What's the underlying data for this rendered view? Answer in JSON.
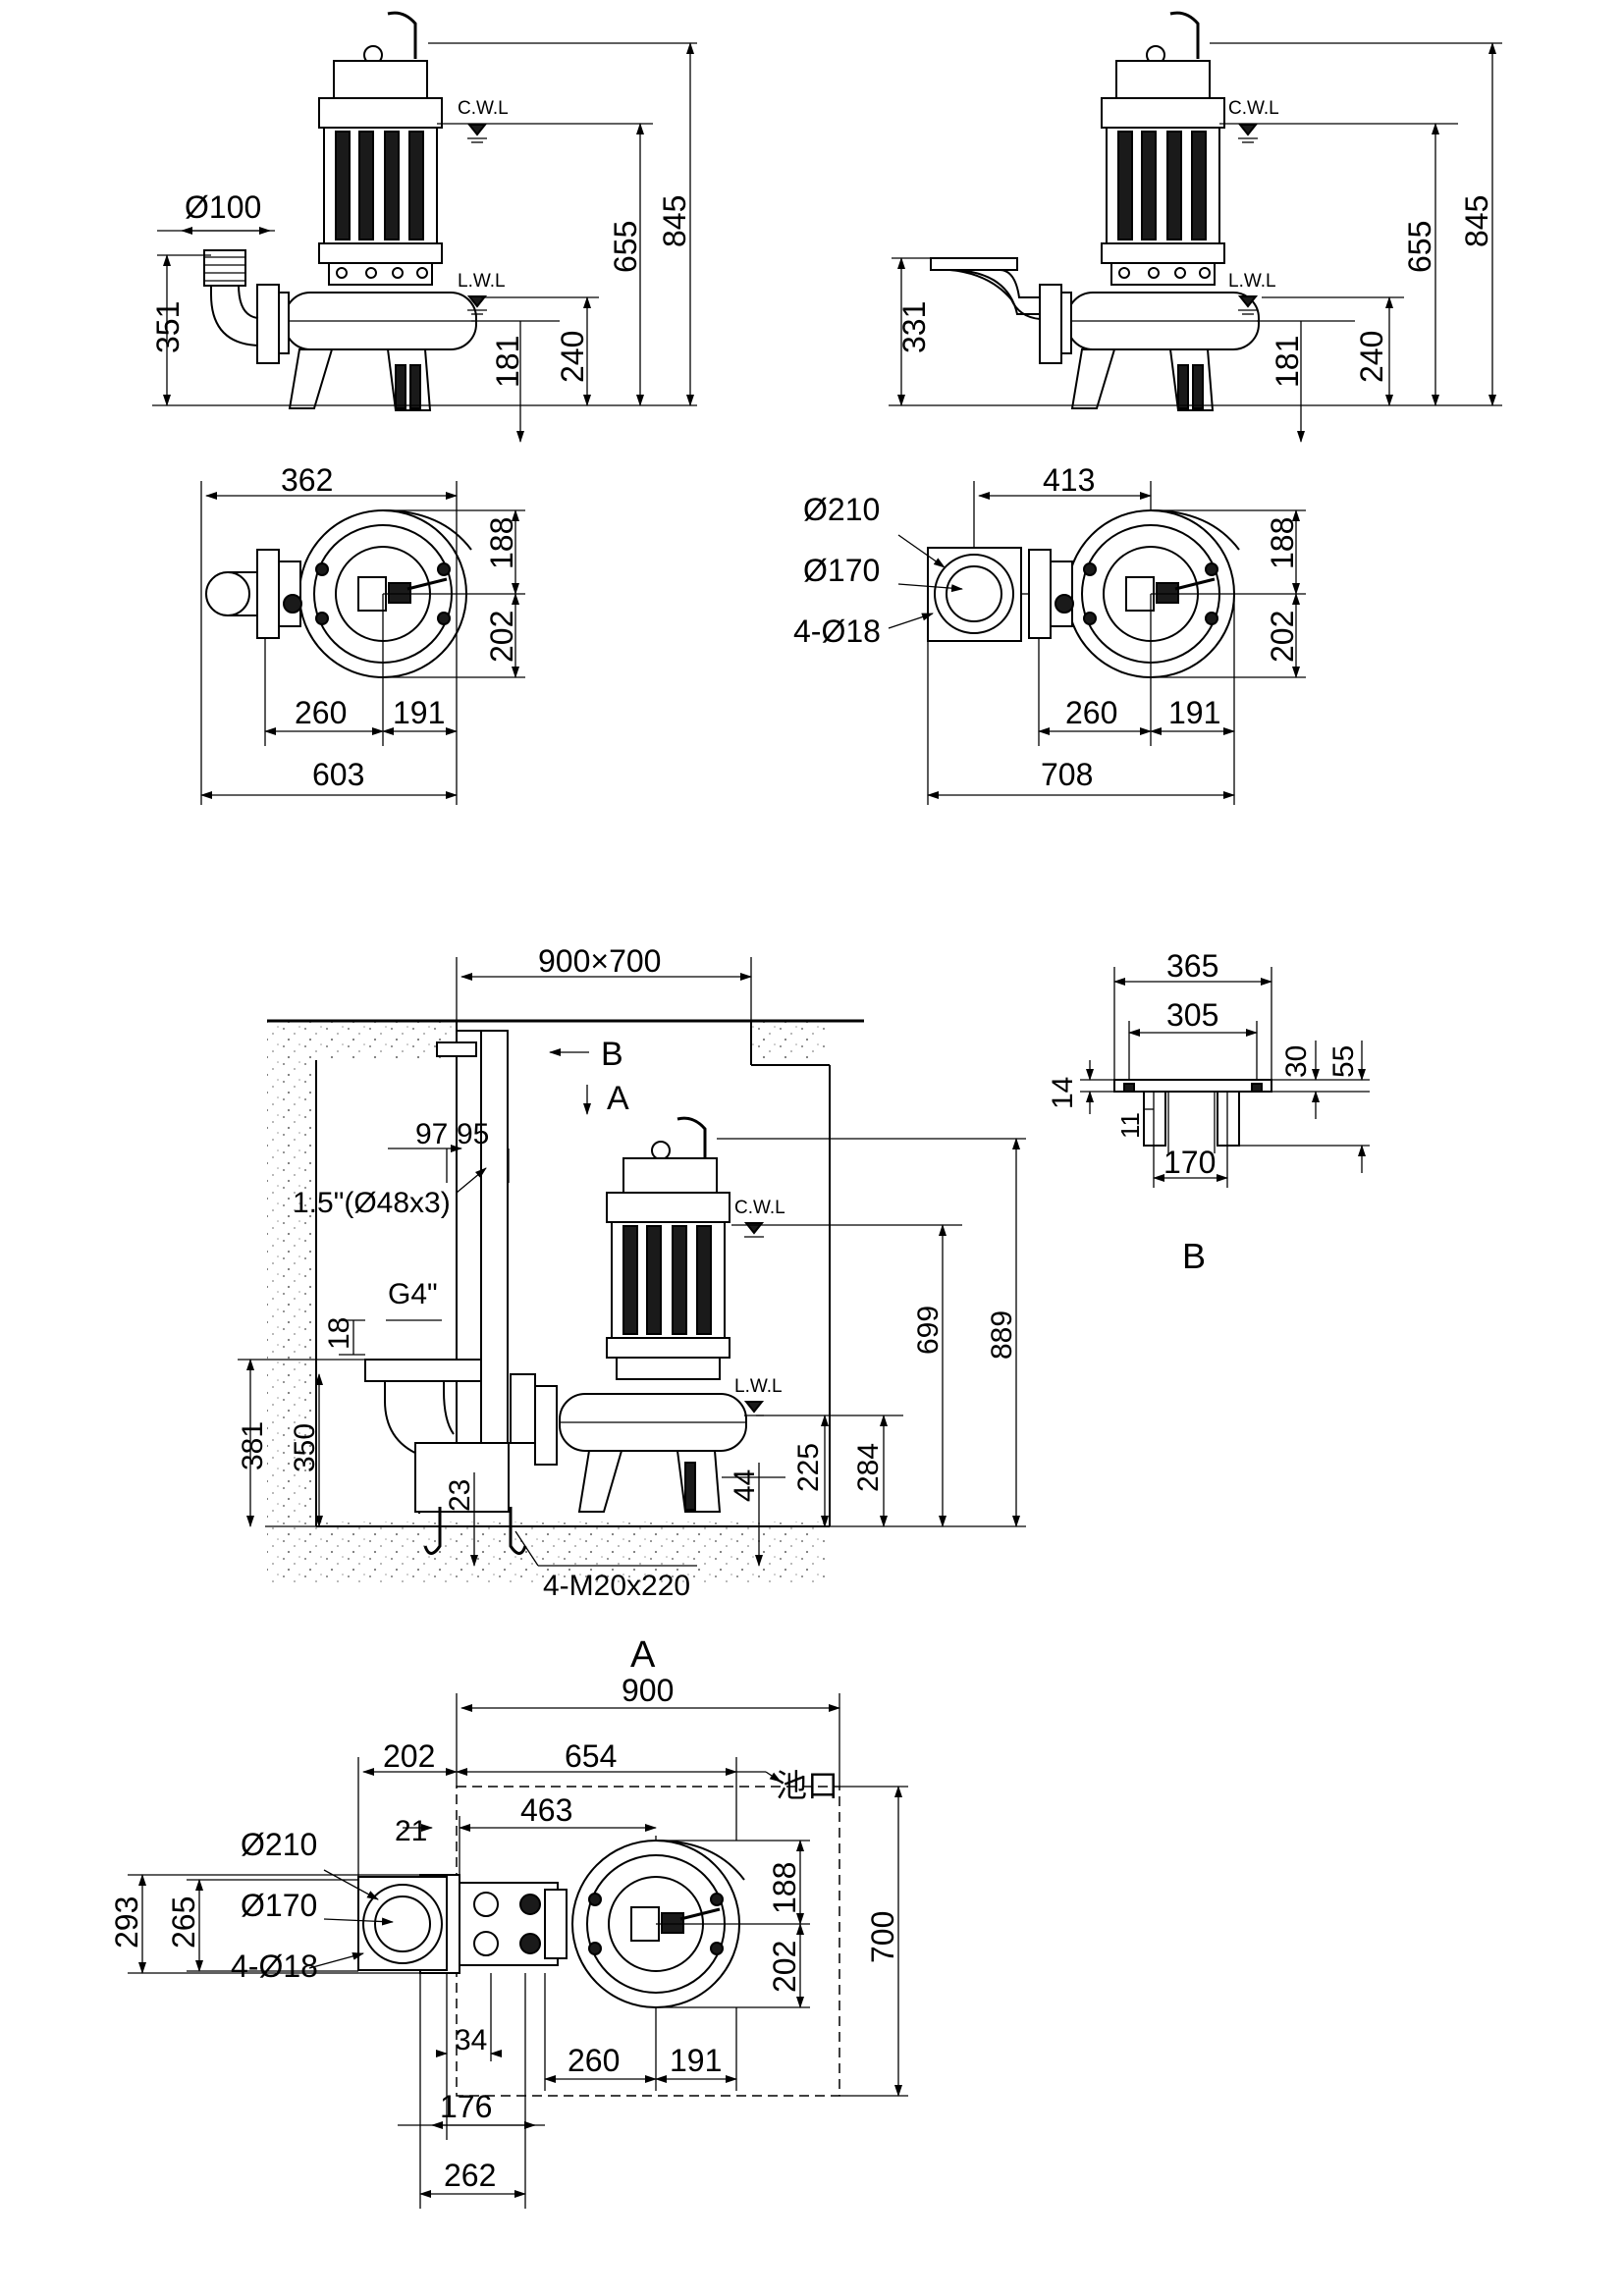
{
  "view_top_left": {
    "outlet_diameter": "Ø100",
    "cwl": "C.W.L",
    "lwl": "L.W.L",
    "dim_351": "351",
    "dim_655": "655",
    "dim_845": "845",
    "dim_181": "181",
    "dim_240": "240"
  },
  "view_top_right": {
    "cwl": "C.W.L",
    "lwl": "L.W.L",
    "dim_331": "331",
    "dim_655": "655",
    "dim_845": "845",
    "dim_181": "181",
    "dim_240": "240"
  },
  "plan_left": {
    "dim_362": "362",
    "dim_188": "188",
    "dim_202": "202",
    "dim_260": "260",
    "dim_191": "191",
    "dim_603": "603"
  },
  "plan_right": {
    "dim_413": "413",
    "flange_outer": "Ø210",
    "flange_pcd": "Ø170",
    "bolt_holes": "4-Ø18",
    "dim_188": "188",
    "dim_202": "202",
    "dim_260": "260",
    "dim_191": "191",
    "dim_708": "708"
  },
  "pit_section": {
    "pit_size": "900×700",
    "section_b": "B",
    "view_a": "A",
    "dim_97": "97",
    "dim_95": "95",
    "guide_pipe": "1.5\"(Ø48x3)",
    "thread": "G4\"",
    "dim_18": "18",
    "dim_381": "381",
    "dim_350": "350",
    "dim_23": "23",
    "anchor_bolts": "4-M20x220",
    "cwl": "C.W.L",
    "lwl": "L.W.L",
    "dim_44": "44",
    "dim_225": "225",
    "dim_284": "284",
    "dim_699": "699",
    "dim_889": "889"
  },
  "section_b": {
    "dim_365": "365",
    "dim_305": "305",
    "dim_30": "30",
    "dim_55": "55",
    "dim_14": "14",
    "dim_11": "11",
    "dim_170": "170",
    "title": "B"
  },
  "view_a": {
    "title": "A",
    "dim_900": "900",
    "dim_202": "202",
    "dim_654": "654",
    "pit_mouth": "池口",
    "dim_21": "21",
    "dim_463": "463",
    "flange_outer": "Ø210",
    "flange_pcd": "Ø170",
    "bolt_holes": "4-Ø18",
    "dim_293": "293",
    "dim_265": "265",
    "dim_188": "188",
    "dim_202b": "202",
    "dim_700": "700",
    "dim_34": "34",
    "dim_260": "260",
    "dim_191": "191",
    "dim_176": "176",
    "dim_262": "262"
  }
}
